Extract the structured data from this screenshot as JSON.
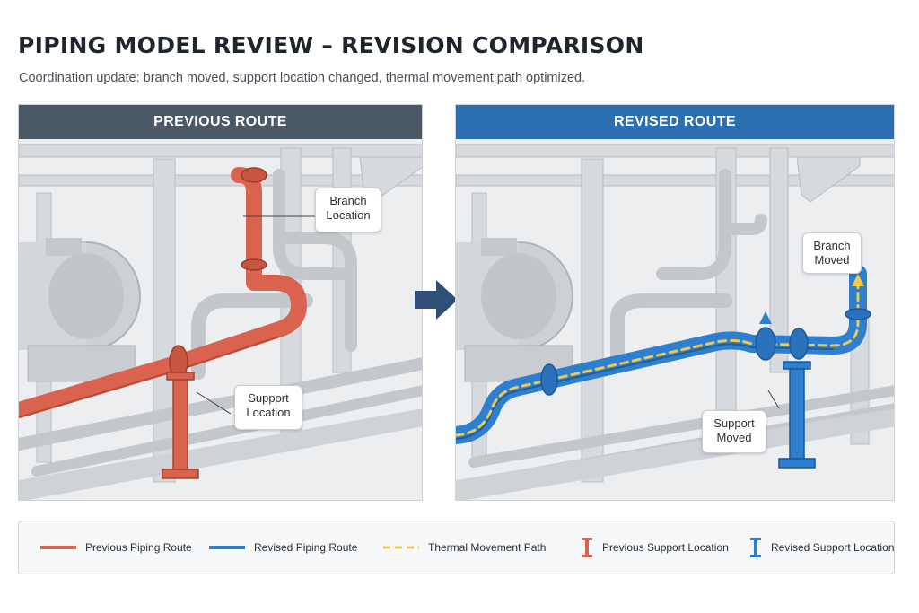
{
  "header": {
    "title": "PIPING MODEL REVIEW – REVISION COMPARISON",
    "subtitle": "Coordination update: branch moved, support location changed, thermal movement path optimized."
  },
  "panels": {
    "previous": {
      "heading": "PREVIOUS ROUTE",
      "branch_callout": [
        "Branch",
        "Location"
      ],
      "support_callout": [
        "Support",
        "Location"
      ]
    },
    "revised": {
      "heading": "REVISED ROUTE",
      "branch_callout": [
        "Branch",
        "Moved"
      ],
      "support_callout": [
        "Support",
        "Moved"
      ]
    }
  },
  "transition_icon": "arrow-right-icon",
  "legend": {
    "items": [
      {
        "label": "Previous Piping Route",
        "icon": "red-line-swatch"
      },
      {
        "label": "Revised Piping Route",
        "icon": "blue-line-swatch"
      },
      {
        "label": "Thermal Movement Path",
        "icon": "yellow-dashed-swatch"
      },
      {
        "label": "Previous Support Location",
        "icon": "red-support-icon"
      },
      {
        "label": "Revised Support Location",
        "icon": "blue-support-icon"
      }
    ]
  },
  "colors": {
    "previous_route": "#d9634f",
    "revised_route": "#2f7fcf",
    "thermal_path": "#f2c94c",
    "previous_header": "#4b5865",
    "revised_header": "#2a6fb0",
    "arrow": "#2f4f78"
  }
}
